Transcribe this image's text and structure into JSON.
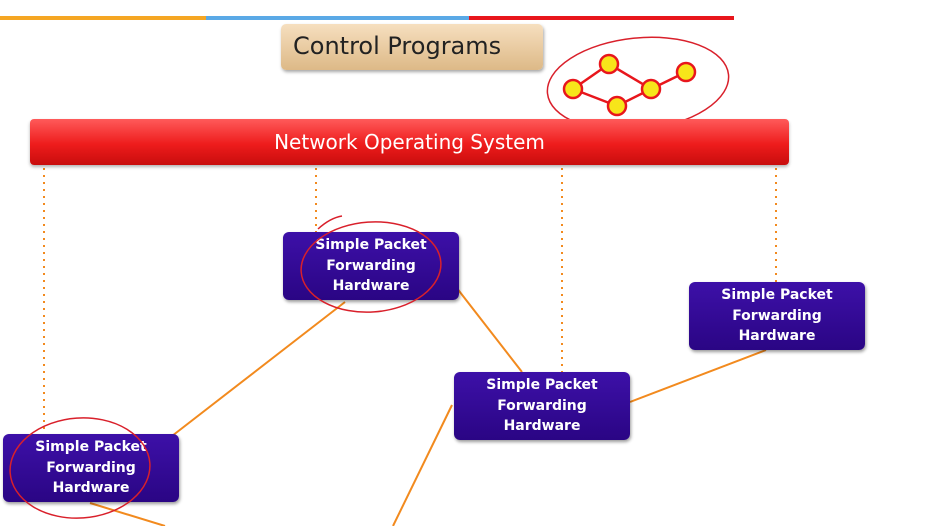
{
  "header": {
    "accent_colors": [
      "#f5a623",
      "#5aa9e6",
      "#e8161c"
    ]
  },
  "control_programs": {
    "label": "Control Programs",
    "icon": "network-graph-icon"
  },
  "network_os": {
    "label": "Network Operating  System"
  },
  "forwarding_nodes": [
    {
      "line1": "Simple Packet",
      "line2": "Forwarding",
      "line3": "Hardware"
    },
    {
      "line1": "Simple Packet",
      "line2": "Forwarding",
      "line3": "Hardware"
    },
    {
      "line1": "Simple Packet",
      "line2": "Forwarding",
      "line3": "Hardware"
    },
    {
      "line1": "Simple Packet",
      "line2": "Forwarding",
      "line3": "Hardware"
    }
  ],
  "colors": {
    "link": "#f28a1e",
    "annotation": "#d9202b",
    "node": "#2f0890",
    "nos": "#ee1c1c"
  }
}
